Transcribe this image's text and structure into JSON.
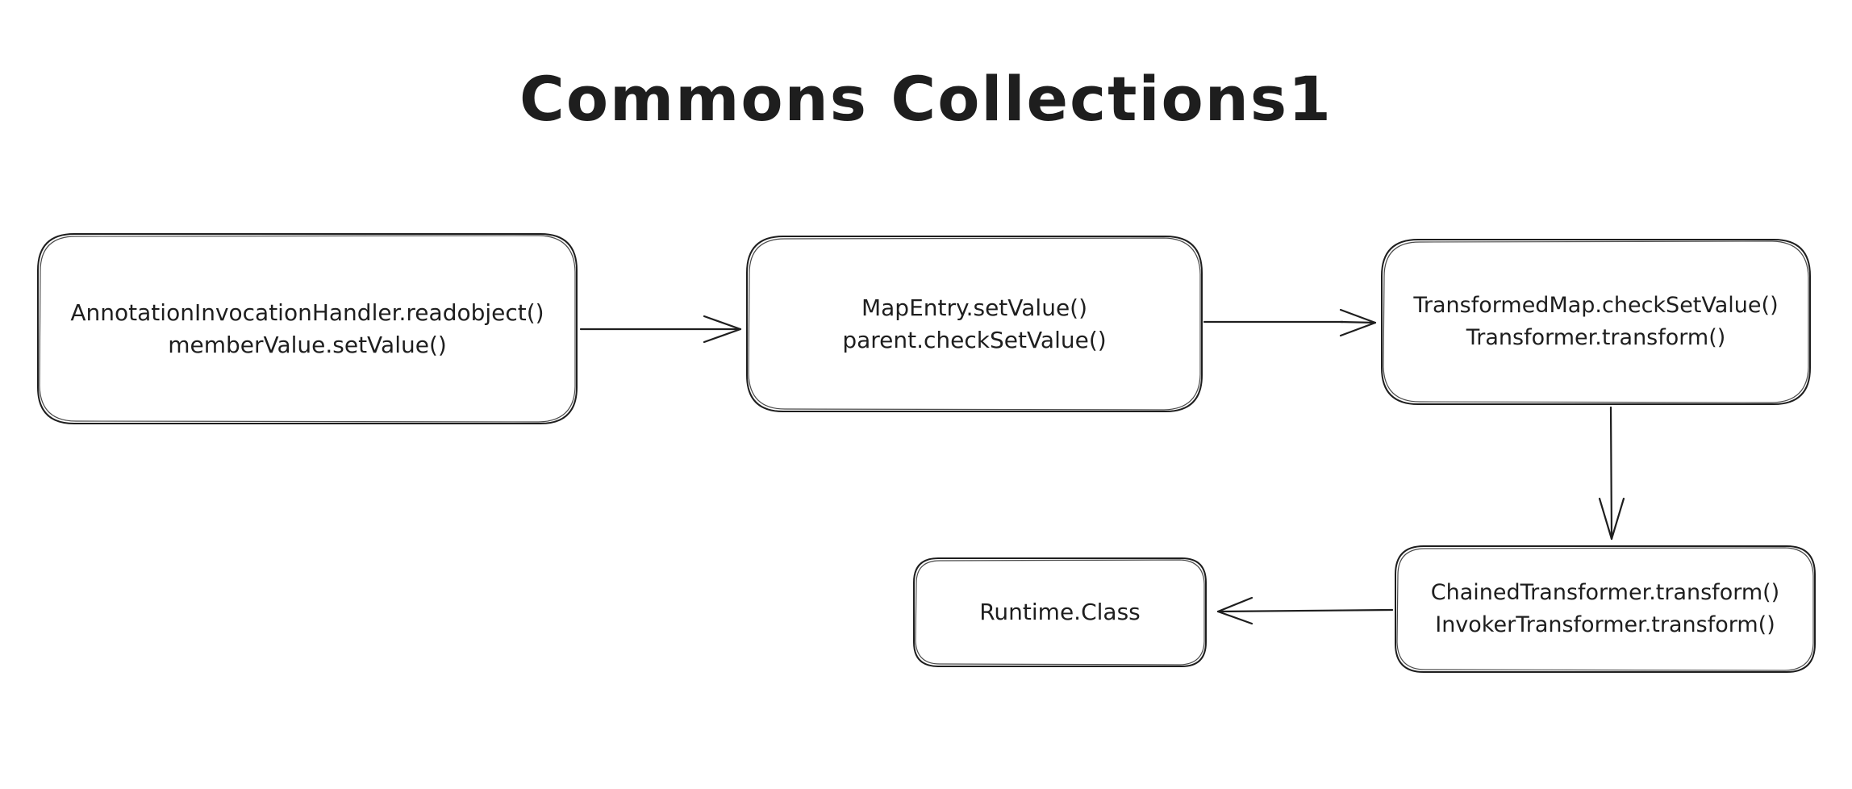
{
  "title": "Commons Collections1",
  "nodes": {
    "annotation_handler": {
      "line1": "AnnotationInvocationHandler.readobject()",
      "line2": "memberValue.setValue()"
    },
    "map_entry": {
      "line1": "MapEntry.setValue()",
      "line2": "parent.checkSetValue()"
    },
    "transformed_map": {
      "line1": "TransformedMap.checkSetValue()",
      "line2": "Transformer.transform()"
    },
    "chained_transformer": {
      "line1": "ChainedTransformer.transform()",
      "line2": "InvokerTransformer.transform()"
    },
    "runtime": {
      "line1": "Runtime.Class"
    }
  },
  "colors": {
    "stroke": "#1e1e1e",
    "background": "#ffffff"
  }
}
